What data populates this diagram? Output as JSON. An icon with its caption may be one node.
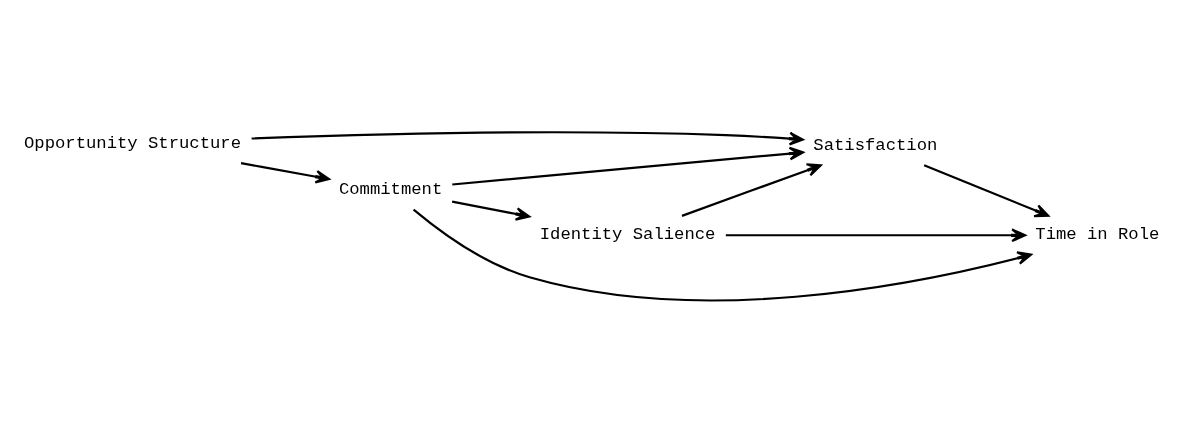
{
  "diagram": {
    "nodes": [
      {
        "text": [
          "Opportunity Structure"
        ]
      },
      {
        "text": [
          "Satisfaction"
        ]
      },
      {
        "text": [
          "Identity Salience"
        ]
      },
      {
        "text": [
          "Time in Role"
        ]
      },
      {
        "text": [
          "Commitment"
        ]
      }
    ],
    "edges": [
      {
        "from": 0,
        "to": 1,
        "arrow": "to"
      },
      {
        "from": 0,
        "to": 4,
        "arrow": "to"
      },
      {
        "from": 2,
        "to": 1,
        "arrow": "to"
      },
      {
        "from": 2,
        "to": 3,
        "arrow": "to"
      },
      {
        "from": 1,
        "to": 3,
        "arrow": "to"
      },
      {
        "from": 4,
        "to": 2,
        "arrow": "to"
      },
      {
        "from": 4,
        "to": 1,
        "arrow": "to"
      },
      {
        "from": 4,
        "to": 3,
        "arrow": "to"
      }
    ]
  }
}
